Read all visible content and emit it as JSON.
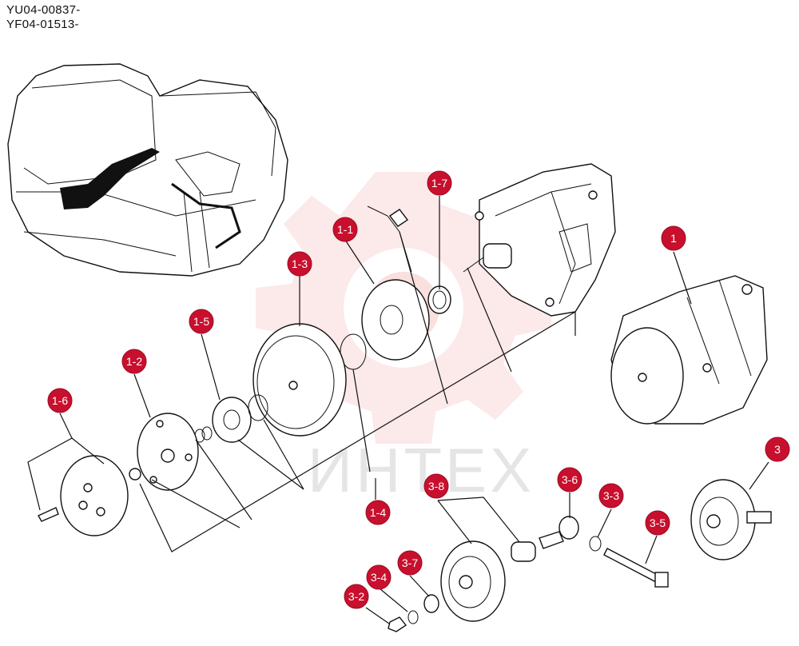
{
  "serials": [
    "YU04-00837-",
    "YF04-01513-"
  ],
  "watermark": {
    "text": "ИНТЕХ",
    "color": "#f6c6c6"
  },
  "accent": "#c8102e",
  "callouts": [
    {
      "id": "1-7",
      "label": "1-7"
    },
    {
      "id": "1-1",
      "label": "1-1"
    },
    {
      "id": "1-3",
      "label": "1-3"
    },
    {
      "id": "1",
      "label": "1"
    },
    {
      "id": "1-5",
      "label": "1-5"
    },
    {
      "id": "1-2",
      "label": "1-2"
    },
    {
      "id": "1-6",
      "label": "1-6"
    },
    {
      "id": "3",
      "label": "3"
    },
    {
      "id": "3-8",
      "label": "3-8"
    },
    {
      "id": "3-6",
      "label": "3-6"
    },
    {
      "id": "3-3",
      "label": "3-3"
    },
    {
      "id": "1-4",
      "label": "1-4"
    },
    {
      "id": "3-5",
      "label": "3-5"
    },
    {
      "id": "3-7",
      "label": "3-7"
    },
    {
      "id": "3-4",
      "label": "3-4"
    },
    {
      "id": "3-2",
      "label": "3-2"
    }
  ]
}
